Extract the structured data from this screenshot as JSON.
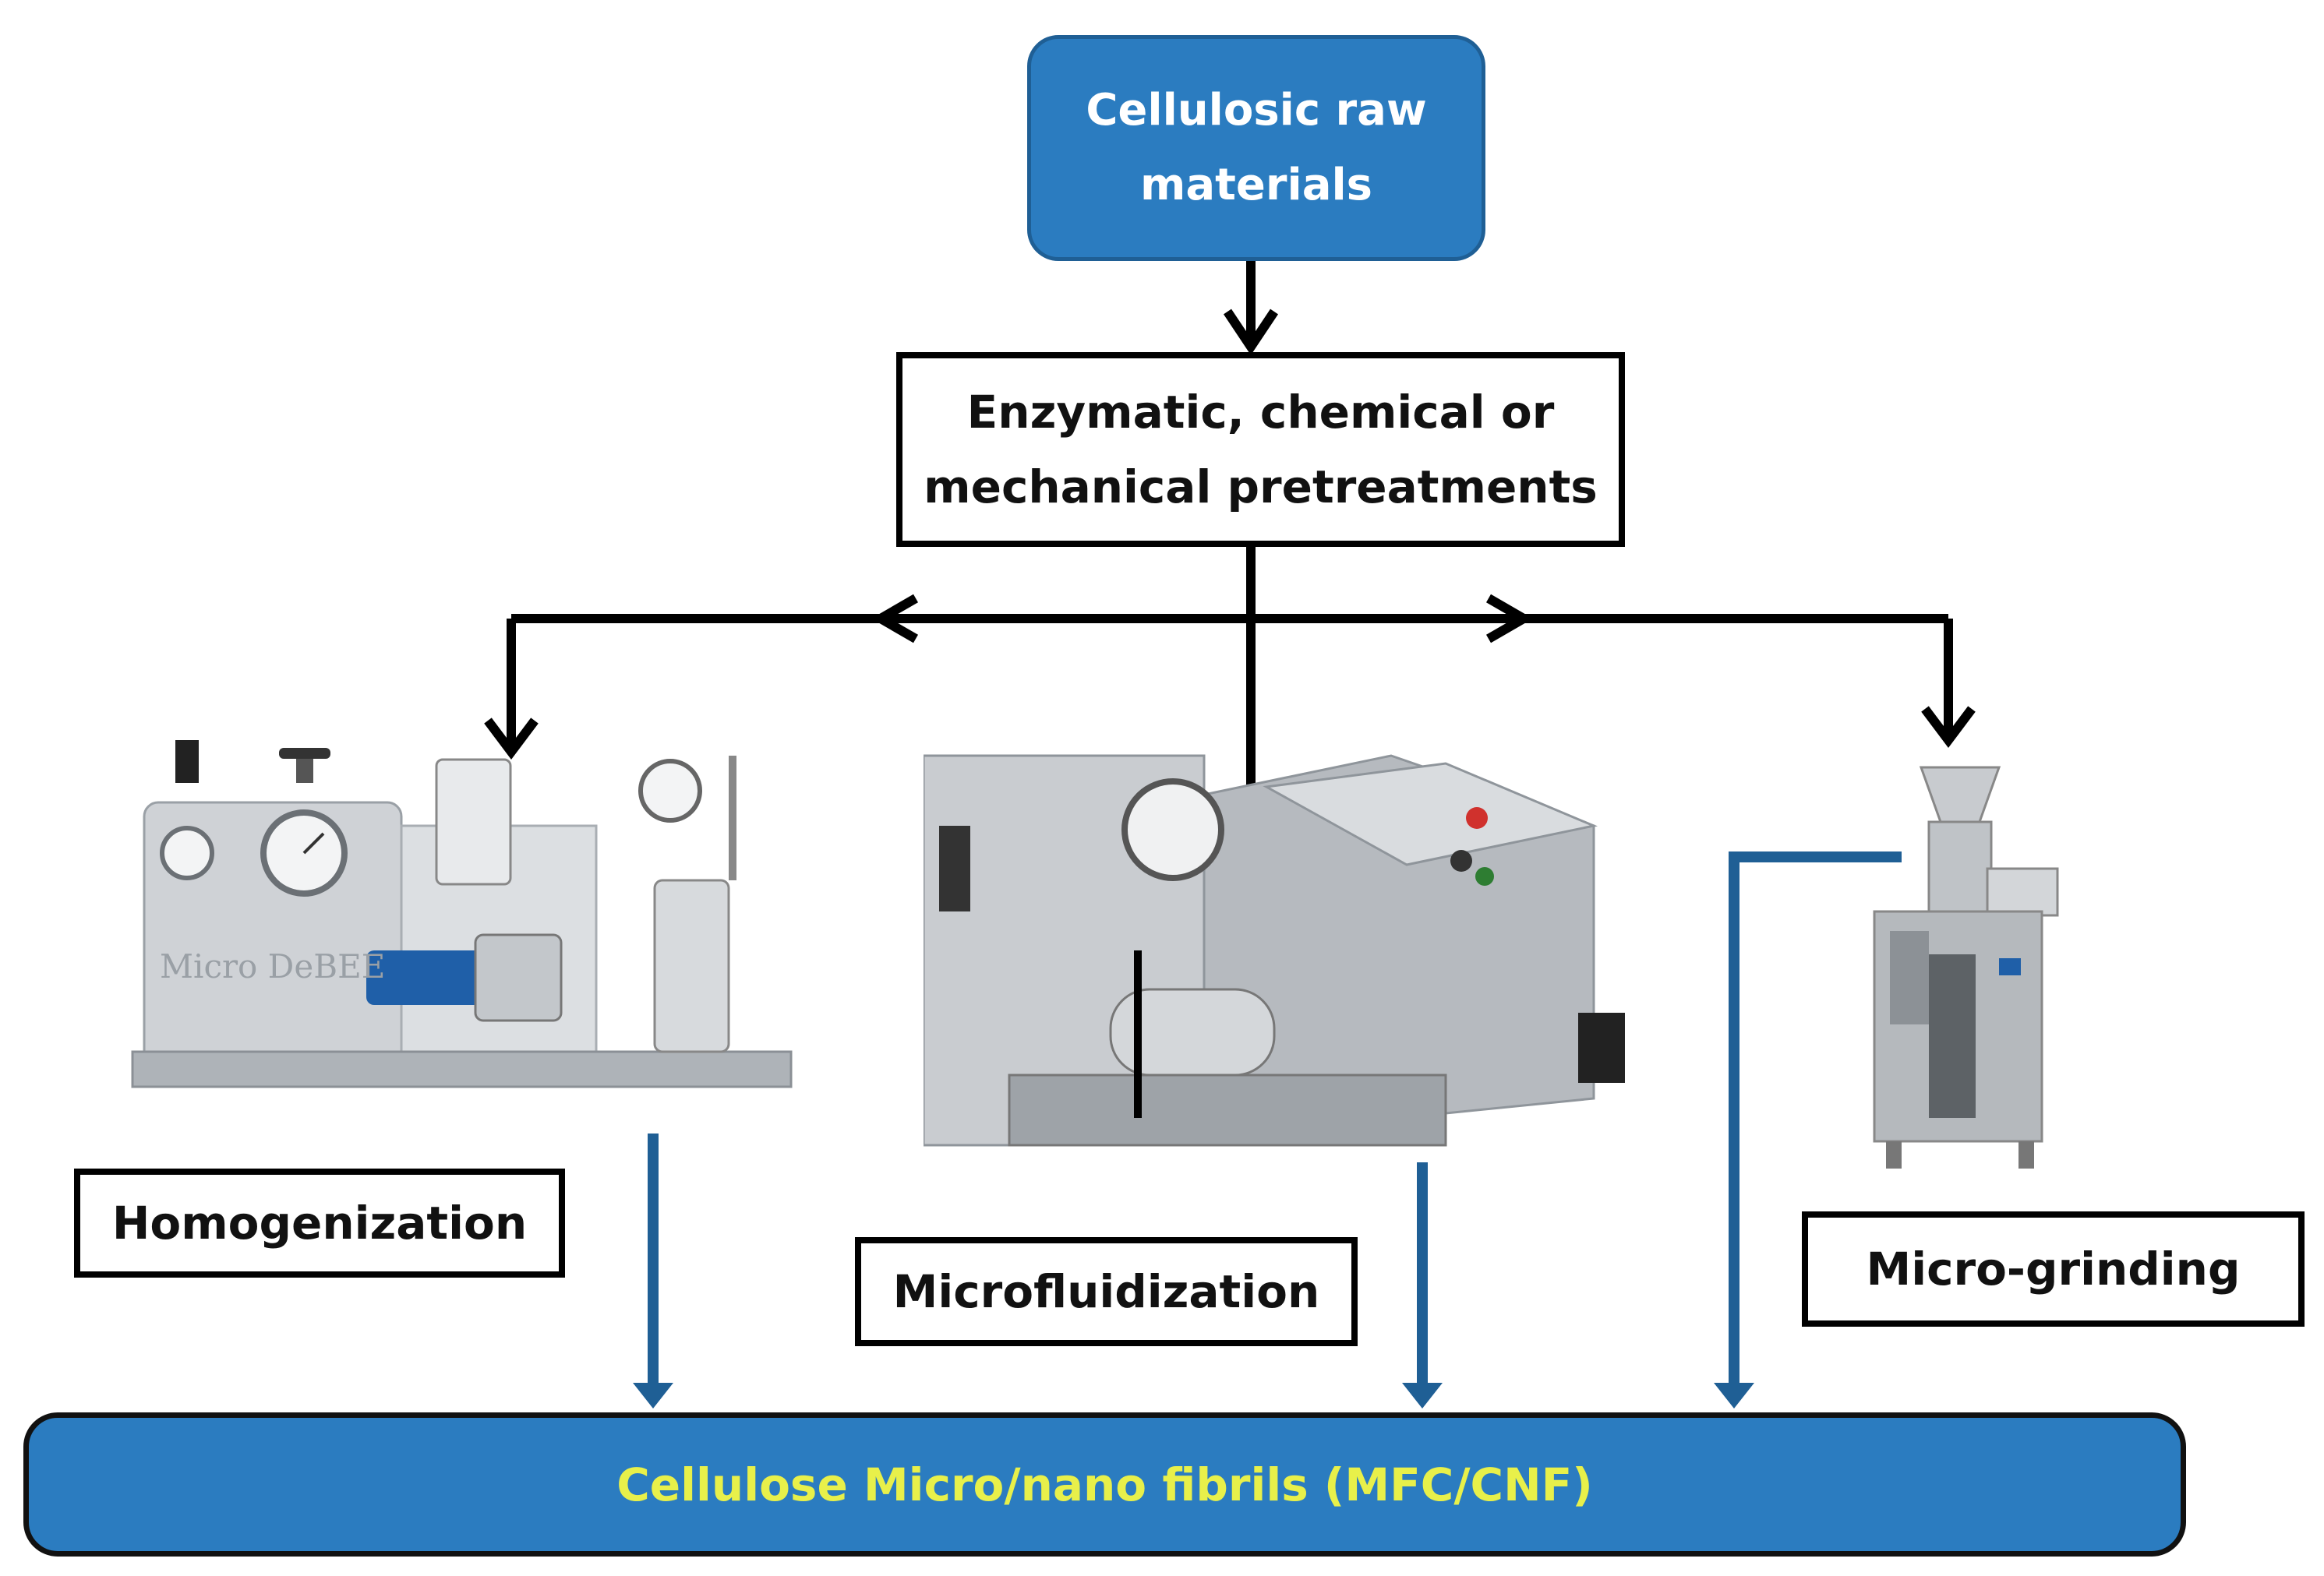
{
  "raw_materials": {
    "line1": "Cellulosic raw",
    "line2": "materials"
  },
  "pretreatment": {
    "line1": "Enzymatic, chemical or",
    "line2": "mechanical pretreatments"
  },
  "methods": {
    "homogenization": "Homogenization",
    "microfluidization": "Microfluidization",
    "micro_grinding": "Micro-grinding"
  },
  "homogenizer_brand": "Micro DeBEE",
  "product": "Cellulose Micro/nano fibrils (MFC/CNF)",
  "colors": {
    "box_blue": "#2b7cc0",
    "flow_arrow_blue": "#1f5f95",
    "product_text": "#e8f04a",
    "machine_steel": "#b9bcc0"
  }
}
